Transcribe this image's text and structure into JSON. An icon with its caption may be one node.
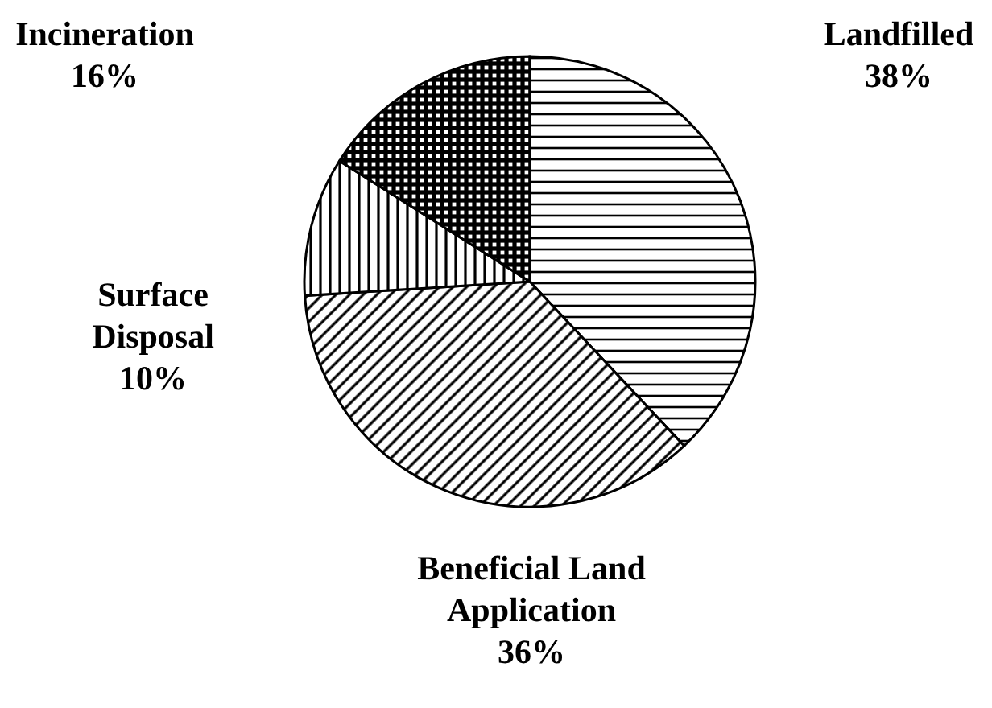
{
  "diagram": {
    "chart_data": {
      "type": "pie",
      "categories": [
        "Landfilled",
        "Beneficial Land Application",
        "Surface Disposal",
        "Incineration"
      ],
      "values": [
        38,
        36,
        10,
        16
      ],
      "value_labels": [
        "38%",
        "36%",
        "10%",
        "16%"
      ],
      "data_labels": true
    }
  }
}
